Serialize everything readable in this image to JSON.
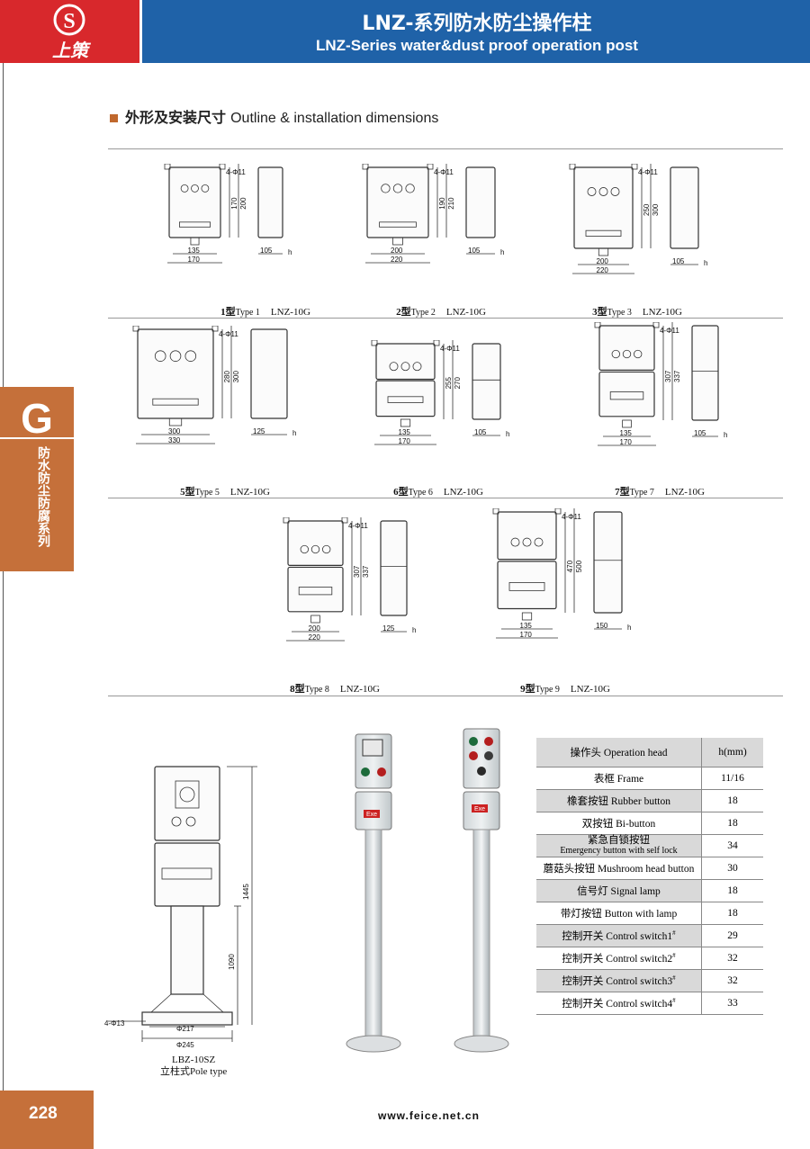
{
  "header": {
    "logo_text": "上策",
    "title_cn": "LNZ-系列防水防尘操作柱",
    "title_en": "LNZ-Series water&dust proof operation post"
  },
  "section": {
    "heading_cn": "外形及安装尺寸",
    "heading_en": "Outline & installation dimensions"
  },
  "side_tab": {
    "letter": "G",
    "text": "防水防尘防腐系列"
  },
  "types": [
    {
      "caption_cn": "1型",
      "caption_en": "Type 1",
      "model": "LNZ-10G",
      "hole": "4-Φ11",
      "h1": "170",
      "h2": "200",
      "w1": "135",
      "w2": "170",
      "depth": "105",
      "h": "h"
    },
    {
      "caption_cn": "2型",
      "caption_en": "Type 2",
      "model": "LNZ-10G",
      "hole": "4-Φ11",
      "h1": "190",
      "h2": "210",
      "w1": "200",
      "w2": "220",
      "depth": "105",
      "h": "h"
    },
    {
      "caption_cn": "3型",
      "caption_en": "Type 3",
      "model": "LNZ-10G",
      "hole": "4-Φ11",
      "h1": "250",
      "h2": "300",
      "w1": "200",
      "w2": "220",
      "depth": "105",
      "h": "h"
    },
    {
      "caption_cn": "5型",
      "caption_en": "Type 5",
      "model": "LNZ-10G",
      "hole": "4-Φ11",
      "h1": "280",
      "h2": "300",
      "w1": "300",
      "w2": "330",
      "depth": "125",
      "h": "h"
    },
    {
      "caption_cn": "6型",
      "caption_en": "Type 6",
      "model": "LNZ-10G",
      "hole": "4-Φ11",
      "h1": "255",
      "h2": "270",
      "w1": "135",
      "w2": "170",
      "depth": "105",
      "h": "h"
    },
    {
      "caption_cn": "7型",
      "caption_en": "Type 7",
      "model": "LNZ-10G",
      "hole": "4-Φ11",
      "h1": "307",
      "h2": "337",
      "w1": "135",
      "w2": "170",
      "depth": "105",
      "h": "h"
    },
    {
      "caption_cn": "8型",
      "caption_en": "Type 8",
      "model": "LNZ-10G",
      "hole": "4-Φ11",
      "h1": "307",
      "h2": "337",
      "w1": "200",
      "w2": "220",
      "depth": "125",
      "h": "h"
    },
    {
      "caption_cn": "9型",
      "caption_en": "Type 9",
      "model": "LNZ-10G",
      "hole": "4-Φ11",
      "h1": "470",
      "h2": "500",
      "w1": "135",
      "w2": "170",
      "depth": "150",
      "h": "h"
    }
  ],
  "pole": {
    "caption_model": "LBZ-10SZ",
    "caption_cn": "立柱式",
    "caption_en": "Pole type",
    "dim_total": "1445",
    "dim_pole": "1090",
    "dim_bolt": "4-Φ13",
    "dim_d1": "Φ217",
    "dim_d2": "Φ245",
    "label_exe": "Exe"
  },
  "table": {
    "head_col1": "操作头 Operation head",
    "head_col2": "h(mm)",
    "rows": [
      {
        "cn": "表框",
        "en": "Frame",
        "h": "11/16",
        "sup": ""
      },
      {
        "cn": "橡套按钮",
        "en": "Rubber button",
        "h": "18",
        "sup": ""
      },
      {
        "cn": "双按钮",
        "en": "Bi-button",
        "h": "18",
        "sup": ""
      },
      {
        "cn": "紧急自锁按钮",
        "en": "Emergency button with self lock",
        "h": "34",
        "sup": ""
      },
      {
        "cn": "蘑菇头按钮",
        "en": "Mushroom head button",
        "h": "30",
        "sup": ""
      },
      {
        "cn": "信号灯",
        "en": "Signal lamp",
        "h": "18",
        "sup": ""
      },
      {
        "cn": "带灯按钮",
        "en": "Button with lamp",
        "h": "18",
        "sup": ""
      },
      {
        "cn": "控制开关",
        "en": "Control switch1",
        "h": "29",
        "sup": "#"
      },
      {
        "cn": "控制开关",
        "en": "Control switch2",
        "h": "32",
        "sup": "#"
      },
      {
        "cn": "控制开关",
        "en": "Control switch3",
        "h": "32",
        "sup": "#"
      },
      {
        "cn": "控制开关",
        "en": "Control switch4",
        "h": "33",
        "sup": "#"
      }
    ]
  },
  "footer": {
    "page_number": "228",
    "url": "www.feice.net.cn"
  },
  "colors": {
    "header_red": "#d8282c",
    "header_blue": "#1f62a8",
    "accent_orange": "#c5703a"
  }
}
